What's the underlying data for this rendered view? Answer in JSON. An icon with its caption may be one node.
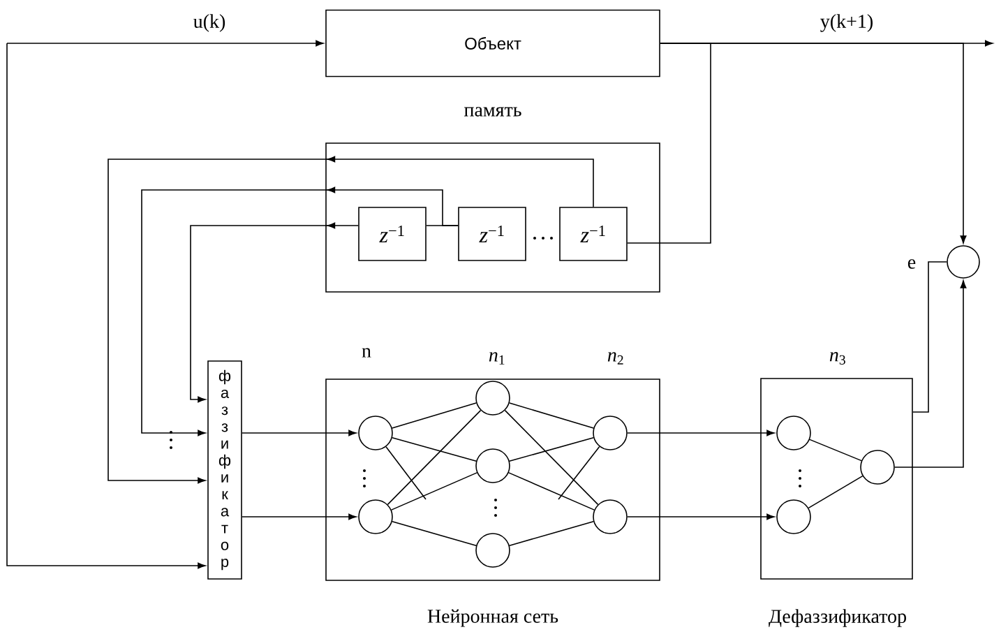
{
  "diagram": {
    "nodes": [
      {
        "text": [
          "Объект"
        ]
      },
      {
        "text": [
          "память"
        ]
      },
      {
        "text": [
          "*z*$^{−1}$"
        ],
        "in": 1
      },
      {
        "text": [
          "*z*$^{−1}$"
        ],
        "in": 1
      },
      {
        "text": [
          "*z*$^{−1}$"
        ],
        "in": 1
      },
      {
        "text": [
          "фаззификатор"
        ]
      },
      {
        "text": [
          "Нейронная сеть"
        ]
      },
      {
        "text": [],
        "shape": "circle",
        "in": 6
      },
      {
        "text": [],
        "shape": "circle",
        "in": 6
      },
      {
        "text": [],
        "shape": "circle",
        "in": 6
      },
      {
        "text": [],
        "shape": "circle",
        "in": 6
      },
      {
        "text": [],
        "shape": "circle",
        "in": 6
      },
      {
        "text": [],
        "shape": "circle",
        "in": 6
      },
      {
        "text": [],
        "shape": "circle",
        "in": 6
      },
      {
        "text": [
          "Дефаззификатор"
        ]
      },
      {
        "text": [],
        "shape": "circle",
        "in": 14
      },
      {
        "text": [],
        "shape": "circle",
        "in": 14
      },
      {
        "text": [],
        "shape": "circle",
        "in": 14
      },
      {
        "text": [],
        "shape": "circle"
      }
    ],
    "edges": [
      {
        "from": null,
        "to": 0,
        "arrow": "to",
        "label": "u(k)"
      },
      {
        "from": null,
        "to": 5,
        "arrow": "to"
      },
      {
        "from": 0,
        "to": null,
        "arrow": "to",
        "label": "y(k+1)"
      },
      {
        "from": 0,
        "to": 4,
        "arrow": "none"
      },
      {
        "from": 0,
        "to": 18,
        "arrow": "to"
      },
      {
        "from": 3,
        "to": 2,
        "arrow": "none"
      },
      {
        "from": 2,
        "to": 5,
        "arrow": "to"
      },
      {
        "from": 3,
        "to": 5,
        "arrow": "to"
      },
      {
        "from": 4,
        "to": 5,
        "arrow": "to"
      },
      {
        "from": 5,
        "to": 7,
        "arrow": "to"
      },
      {
        "from": 5,
        "to": 8,
        "arrow": "to"
      },
      {
        "from": 7,
        "to": 9,
        "arrow": "none"
      },
      {
        "from": 7,
        "to": 10,
        "arrow": "none"
      },
      {
        "from": 7,
        "to": null,
        "arrow": "none"
      },
      {
        "from": 8,
        "to": 9,
        "arrow": "none"
      },
      {
        "from": 8,
        "to": 10,
        "arrow": "none"
      },
      {
        "from": 8,
        "to": 11,
        "arrow": "none"
      },
      {
        "from": 9,
        "to": 12,
        "arrow": "none"
      },
      {
        "from": 9,
        "to": 13,
        "arrow": "none"
      },
      {
        "from": 10,
        "to": 12,
        "arrow": "none"
      },
      {
        "from": 10,
        "to": 13,
        "arrow": "none"
      },
      {
        "from": 11,
        "to": 13,
        "arrow": "none"
      },
      {
        "from": null,
        "to": 12,
        "arrow": "none"
      },
      {
        "from": 12,
        "to": 15,
        "arrow": "to"
      },
      {
        "from": 13,
        "to": 16,
        "arrow": "to"
      },
      {
        "from": 15,
        "to": 17,
        "arrow": "none"
      },
      {
        "from": 16,
        "to": 17,
        "arrow": "none"
      },
      {
        "from": 17,
        "to": 18,
        "arrow": "to"
      },
      {
        "from": 18,
        "to": 14,
        "arrow": "none",
        "label": "e"
      }
    ],
    "labels": [
      "n",
      "*n*$_{1}$",
      "*n*$_{2}$",
      "*n*$_{3}$"
    ]
  }
}
